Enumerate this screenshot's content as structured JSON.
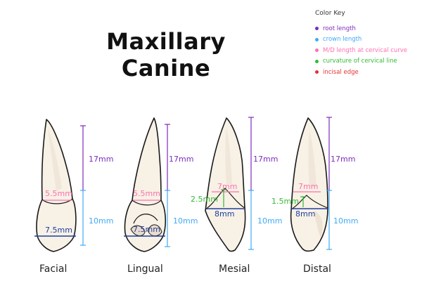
{
  "title": "Maxillary Canine",
  "color_key": {
    "heading": "Color Key",
    "items": [
      {
        "label": "root length",
        "color": "#7b2cbf"
      },
      {
        "label": "crown length",
        "color": "#3fa9f5"
      },
      {
        "label": "M/D length at cervical curve",
        "color": "#ff6fae"
      },
      {
        "label": "curvature of cervical line",
        "color": "#33bb33"
      },
      {
        "label": "incisal edge",
        "color": "#e83030"
      }
    ]
  },
  "colors": {
    "tooth_fill": "#f7f1e6",
    "tooth_shade": "#e9dccb",
    "outline": "#1a1a1a",
    "md_width": "#1f3f9f"
  },
  "views": [
    {
      "name": "Facial",
      "root": "17mm",
      "crown": "10mm",
      "cervical": "5.5mm",
      "md": "7.5mm"
    },
    {
      "name": "Lingual",
      "root": "17mm",
      "crown": "10mm",
      "cervical": "5.5mm",
      "md": "7.5mm"
    },
    {
      "name": "Mesial",
      "root": "17mm",
      "crown": "10mm",
      "cervical": "7mm",
      "md": "8mm",
      "curvature": "2.5mm"
    },
    {
      "name": "Distal",
      "root": "17mm",
      "crown": "10mm",
      "cervical": "7mm",
      "md": "8mm",
      "curvature": "1.5mm"
    }
  ]
}
